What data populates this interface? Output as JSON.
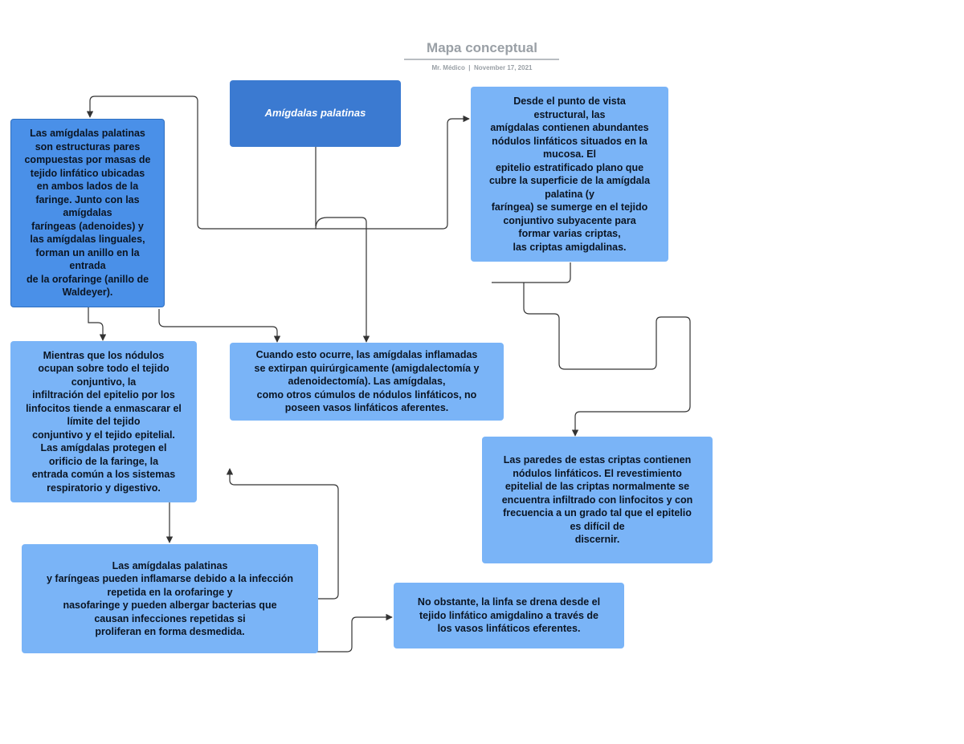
{
  "header": {
    "title": "Mapa conceptual",
    "meta": "Mr. Médico  |  November 17, 2021"
  },
  "nodes": {
    "root": "Amígdalas palatinas",
    "left_top": "Las amígdalas palatinas\nson estructuras pares\ncompuestas por masas de\ntejido linfático ubicadas\nen ambos lados de la\nfaringe. Junto con las\namígdalas\nfaríngeas (adenoides) y\nlas amígdalas linguales,\nforman un anillo en la\nentrada\nde la orofaringe (anillo de\nWaldeyer).",
    "right_top": "Desde el punto de vista\nestructural, las\namígdalas contienen abundantes\nnódulos linfáticos situados en la\nmucosa. El\nepitelio estratificado plano que\ncubre la superficie de la amígdala\npalatina (y\nfaríngea) se sumerge en el tejido\nconjuntivo subyacente para\nformar varias criptas,\nlas criptas amigdalinas.",
    "left_mid": "Mientras que los nódulos\nocupan sobre todo el tejido\nconjuntivo, la\ninfiltración del epitelio por los\nlinfocitos tiende a enmascarar el\nlímite del tejido\nconjuntivo y el tejido epitelial.\nLas amígdalas protegen el\norificio de la faringe, la\nentrada común a los sistemas\nrespiratorio y digestivo.",
    "center_mid": "Cuando esto ocurre, las amígdalas inflamadas\nse extirpan quirúrgicamente (amigdalectomía y\nadenoidectomía). Las amígdalas,\ncomo otros cúmulos de nódulos linfáticos, no\nposeen vasos linfáticos aferentes.",
    "right_mid": "Las paredes de estas criptas contienen\nnódulos linfáticos. El revestimiento\nepitelial de las criptas normalmente se\nencuentra infiltrado con linfocitos y con\nfrecuencia a un grado tal que el epitelio\nes difícil de\ndiscernir.",
    "left_bottom": "Las amígdalas palatinas\ny faríngeas pueden inflamarse debido a la infección\nrepetida en la orofaringe y\nnasofaringe y pueden albergar bacterias que\ncausan infecciones repetidas si\nproliferan en forma desmedida.",
    "center_bottom": "No obstante, la linfa se drena desde el\ntejido linfático amigdalino a través de\nlos vasos linfáticos eferentes."
  },
  "colors": {
    "node_light": "#7ab4f7",
    "node_mid": "#4a90e8",
    "node_dark": "#3b7ad1",
    "connector": "#333333"
  }
}
